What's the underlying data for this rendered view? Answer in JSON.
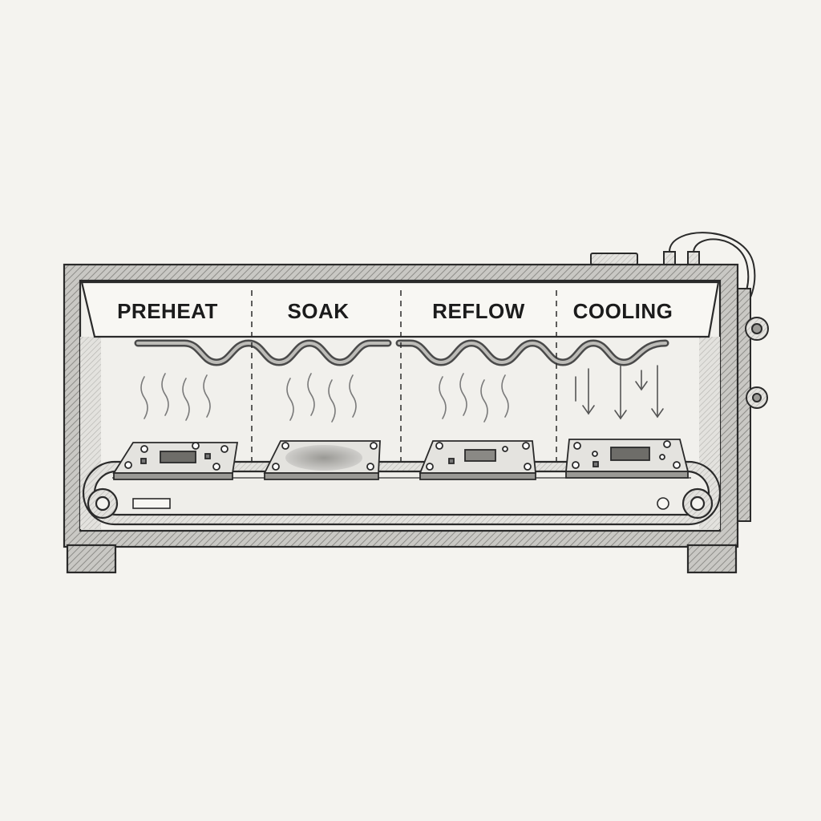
{
  "zones": [
    {
      "label": "PREHEAT",
      "airflow": "heat-waves"
    },
    {
      "label": "SOAK",
      "airflow": "heat-waves"
    },
    {
      "label": "REFLOW",
      "airflow": "heat-waves"
    },
    {
      "label": "COOLING",
      "airflow": "down-arrows"
    }
  ],
  "colors": {
    "paper": "#f4f3ef",
    "pencil": "#2a2a2a",
    "shading": "#8a8a8a"
  }
}
